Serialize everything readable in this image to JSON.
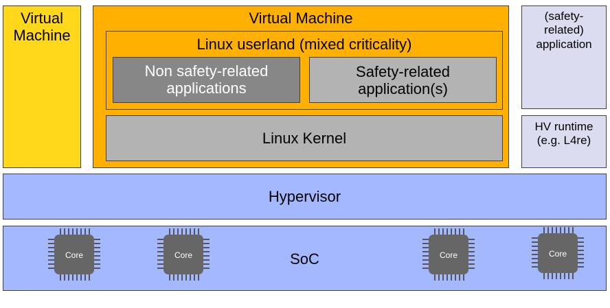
{
  "diagram": {
    "vm_left": {
      "label_line1": "Virtual",
      "label_line2": "Machine"
    },
    "vm_main": {
      "label": "Virtual Machine",
      "userland": {
        "label": "Linux userland (mixed criticality)",
        "non_safety": {
          "line1": "Non safety-related",
          "line2": "applications"
        },
        "safety": {
          "line1": "Safety-related",
          "line2": "application(s)"
        }
      },
      "kernel": {
        "label": "Linux Kernel"
      }
    },
    "safety_app": {
      "line1": "(safety-",
      "line2": "related)",
      "line3": "application"
    },
    "hv_runtime": {
      "line1": "HV runtime",
      "line2": "(e.g. L4re)"
    },
    "hypervisor": {
      "label": "Hypervisor"
    },
    "soc": {
      "label": "SoC",
      "cores": [
        {
          "label": "Core"
        },
        {
          "label": "Core"
        },
        {
          "label": "Core"
        },
        {
          "label": "Core"
        }
      ]
    },
    "colors": {
      "vm_left": "#ffd81c",
      "vm_main": "#ffb000",
      "non_safety": "#878787",
      "safety": "#b3b3b3",
      "kernel": "#b3b3b3",
      "side_boxes": "#dcdcf0",
      "hypervisor": "#a3b8ff",
      "soc": "#a3b8ff",
      "chip": "#666666"
    },
    "icons": [
      "cpu-chip-icon"
    ]
  }
}
